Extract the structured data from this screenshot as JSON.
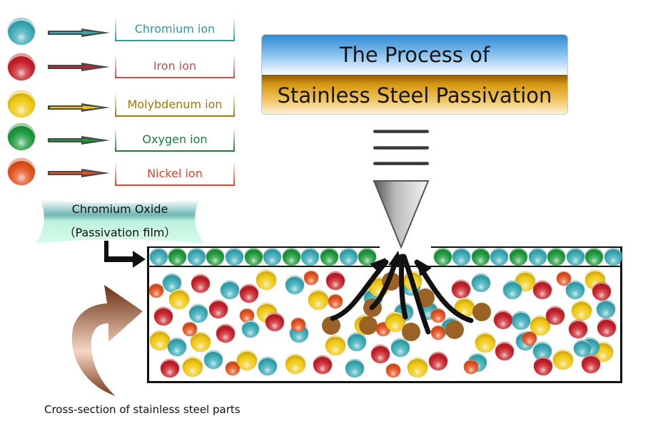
{
  "title": {
    "line1": "The Process of",
    "line2": "Stainless Steel Passivation"
  },
  "legend": [
    {
      "ion": "chromium",
      "label": "Chromium ion",
      "color": "#2e9a9a",
      "ball": "#3aaab5"
    },
    {
      "ion": "iron",
      "label": "Iron ion",
      "color": "#c0504d",
      "ball": "#c7212a"
    },
    {
      "ion": "molybdenum",
      "label": "Molybdenum ion",
      "color": "#a07808",
      "ball": "#f0c812"
    },
    {
      "ion": "oxygen",
      "label": "Oxygen ion",
      "color": "#1e7a3c",
      "ball": "#1f9a3c"
    },
    {
      "ion": "nickel",
      "label": "Nickel ion",
      "color": "#d9452b",
      "ball": "#e4521f"
    }
  ],
  "oxide_label": {
    "line1": "Chromium Oxide",
    "line2": "（Passivation film）"
  },
  "caption": "Cross-section of stainless steel parts",
  "film_sequence_left": [
    "chromium",
    "oxygen",
    "chromium",
    "oxygen",
    "chromium",
    "oxygen",
    "chromium",
    "oxygen",
    "chromium",
    "oxygen",
    "chromium",
    "oxygen"
  ],
  "film_sequence_right": [
    "oxygen",
    "chromium",
    "oxygen",
    "chromium",
    "oxygen",
    "chromium",
    "oxygen",
    "chromium",
    "oxygen",
    "chromium"
  ],
  "colors": {
    "chromium": "#3aaab5",
    "iron": "#c7212a",
    "molybdenum": "#f0c812",
    "oxygen": "#1f9a3c",
    "nickel": "#e4521f",
    "reaction": "#9a6325"
  }
}
